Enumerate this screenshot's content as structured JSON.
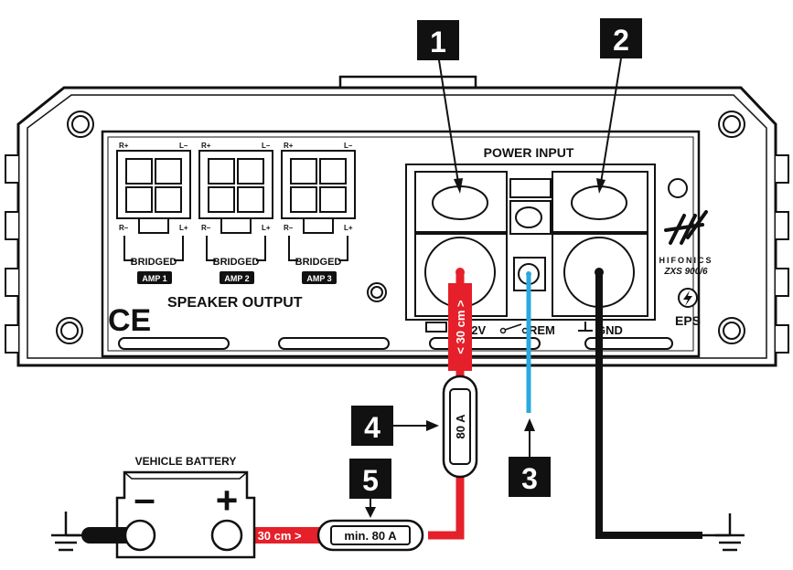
{
  "amp": {
    "brand": "HIFONICS",
    "model": "ZXS 900/6",
    "eps": "EPS",
    "ce": "CE",
    "power_input": "POWER INPUT",
    "speaker_output": "SPEAKER OUTPUT",
    "terminals": {
      "plus12v": "12V",
      "rem": "REM",
      "gnd": "GND"
    },
    "channels": [
      {
        "bridged": "BRIDGED",
        "amp": "AMP 1",
        "rplus": "R+",
        "lminus": "L–",
        "rminus": "R–",
        "lplus": "L+"
      },
      {
        "bridged": "BRIDGED",
        "amp": "AMP 2",
        "rplus": "R+",
        "lminus": "L–",
        "rminus": "R–",
        "lplus": "L+"
      },
      {
        "bridged": "BRIDGED",
        "amp": "AMP 3",
        "rplus": "R+",
        "lminus": "L–",
        "rminus": "R–",
        "lplus": "L+"
      }
    ]
  },
  "battery": {
    "title": "VEHICLE BATTERY",
    "minus": "–",
    "plus": "+"
  },
  "wires": {
    "red_length_vertical": "< 30 cm >",
    "red_length_horizontal": "< 30 cm >",
    "fuse_inline": "80 A",
    "fuse_min": "min. 80 A"
  },
  "callouts": {
    "c1": "1",
    "c2": "2",
    "c3": "3",
    "c4": "4",
    "c5": "5"
  },
  "colors": {
    "red_wire": "#e5202a",
    "blue_wire": "#2aa9df",
    "black": "#111111"
  }
}
